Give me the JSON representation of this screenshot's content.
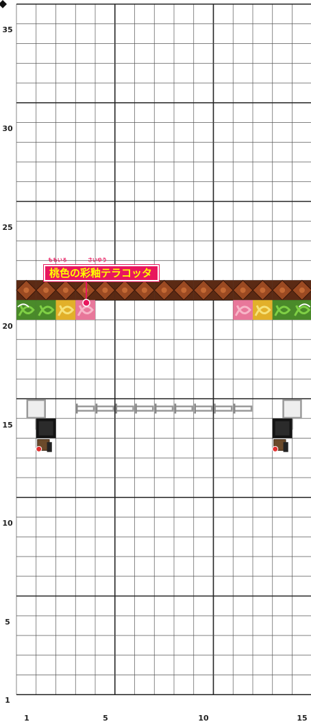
{
  "grid": {
    "columns": 15,
    "rows": 35,
    "y_labels": [
      "35",
      "30",
      "25",
      "20",
      "15",
      "10",
      "5",
      "1"
    ],
    "x_labels": [
      "1",
      "5",
      "10",
      "15"
    ]
  },
  "callout": {
    "label": "桃色の彩釉テラコッタ",
    "ruby_left": "ももいろ",
    "ruby_right": "さいゆう",
    "color": "#e8175d",
    "text_color": "#ffff00"
  },
  "blocks": {
    "terracotta_row_name": "brown-glazed-terracotta",
    "glazed_row": [
      "lime",
      "lime",
      "yellow",
      "pink",
      "pink",
      "yellow",
      "lime",
      "lime"
    ]
  }
}
